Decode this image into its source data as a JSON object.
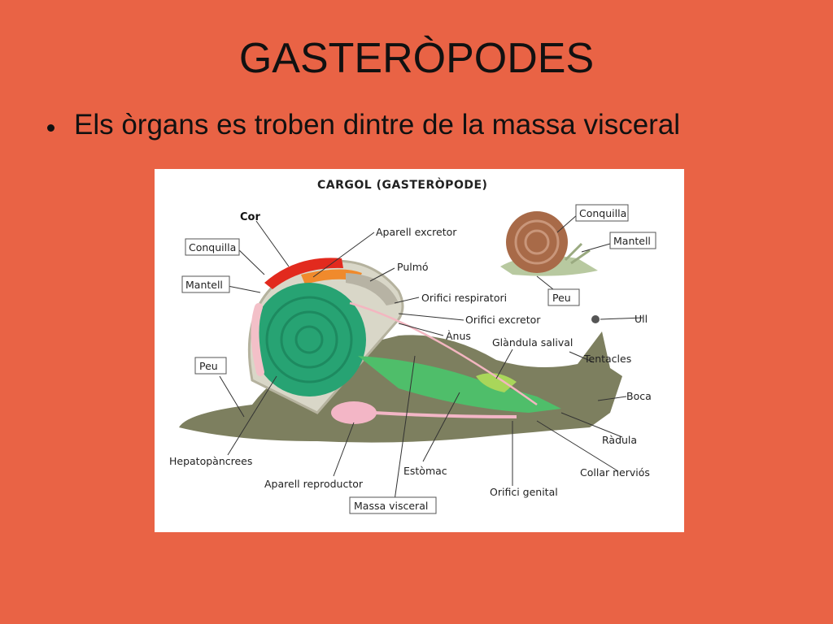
{
  "slide": {
    "title": "GASTERÒPODES",
    "bullet": "Els òrgans es troben dintre de la massa visceral"
  },
  "colors": {
    "background": "#e96345",
    "body": "#7d7f5f",
    "visceral": "#27a373",
    "shell_outline": "#d9d7c8"
  },
  "diagram": {
    "title": "CARGOL (GASTERÒPODE)",
    "labels": {
      "cor": "Cor",
      "aparell_excretor": "Aparell excretor",
      "conquilla_left": "Conquilla",
      "pulmo": "Pulmó",
      "mantell_left": "Mantell",
      "orifici_respiratori": "Orifici respiratori",
      "orifici_excretor": "Orifici excretor",
      "anus": "Ànus",
      "glandula_salival": "Glàndula salival",
      "tentacles": "Tentacles",
      "ull": "Ull",
      "peu_left": "Peu",
      "boca": "Boca",
      "radula": "Ràdula",
      "hepatopancrees": "Hepatopàncrees",
      "collar_nervios": "Collar nerviós",
      "aparell_reproductor": "Aparell reproductor",
      "estomac": "Estòmac",
      "orifici_genital": "Orifici genital",
      "massa_visceral": "Massa visceral",
      "conquilla_small": "Conquilla",
      "mantell_small": "Mantell",
      "peu_small": "Peu"
    }
  }
}
